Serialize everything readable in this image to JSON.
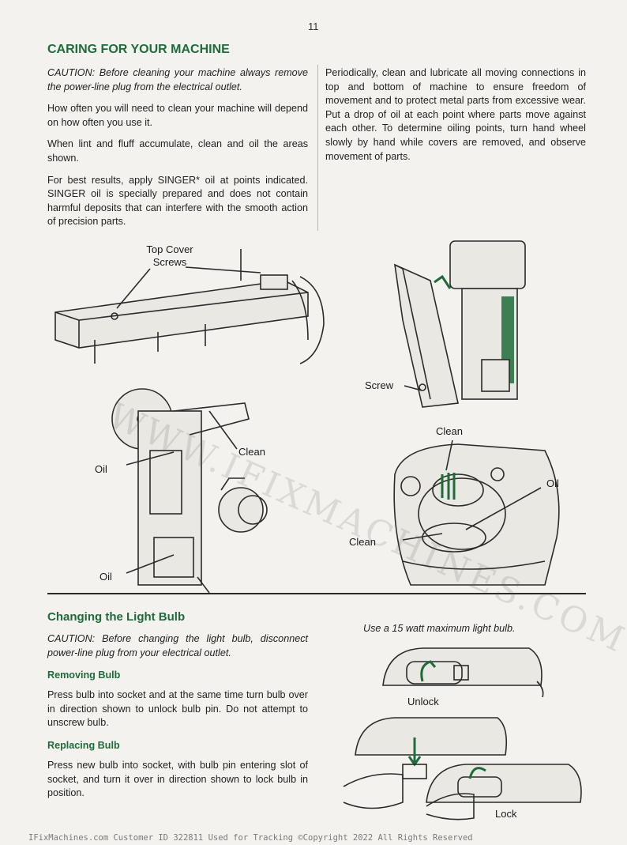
{
  "page_number": "11",
  "caring": {
    "title": "CARING FOR YOUR MACHINE",
    "caution": "CAUTION: Before cleaning your machine always remove the power-line plug from the electrical outlet.",
    "how_often": "How often you will need to clean your machine will depend on how often you use it.",
    "lint": "When lint and fluff accumulate, clean and oil the areas shown.",
    "best_results": "For best results, apply SINGER* oil at points indicated. SINGER oil is specially prepared and does not contain harmful deposits that can interfere with the smooth action of precision parts.",
    "periodically": "Periodically, clean and lubricate all moving connections in top and bottom of machine to ensure freedom of movement and to protect metal parts from excessive wear. Put a drop of oil at each point where parts move against each other. To determine oiling points, turn hand wheel slowly by hand while covers are removed, and observe movement of parts."
  },
  "figure_labels": {
    "top_cover_screws_line1": "Top Cover",
    "top_cover_screws_line2": "Screws",
    "screw": "Screw",
    "clean_upper_left": "Clean",
    "oil_upper_left": "Oil",
    "oil_lower_left": "Oil",
    "clean_bobbin_top": "Clean",
    "oil_bobbin": "Oil",
    "clean_bobbin_bottom": "Clean"
  },
  "light_bulb": {
    "title": "Changing the Light Bulb",
    "caution": "CAUTION: Before changing the light bulb, disconnect power-line plug from your electrical outlet.",
    "removing_title": "Removing Bulb",
    "removing_text": "Press bulb into socket and at the same time turn bulb over in direction shown to unlock bulb pin. Do not attempt to unscrew bulb.",
    "replacing_title": "Replacing Bulb",
    "replacing_text": "Press new bulb into socket, with bulb pin entering slot of socket, and turn it over in direction shown to lock bulb in position.",
    "caption": "Use a 15 watt maximum light bulb.",
    "unlock": "Unlock",
    "lock": "Lock"
  },
  "watermark": "WWW.IFIXMACHINES.COM",
  "footer": "IFixMachines.com Customer ID 322811  Used for Tracking ©Copyright 2022  All Rights Reserved"
}
